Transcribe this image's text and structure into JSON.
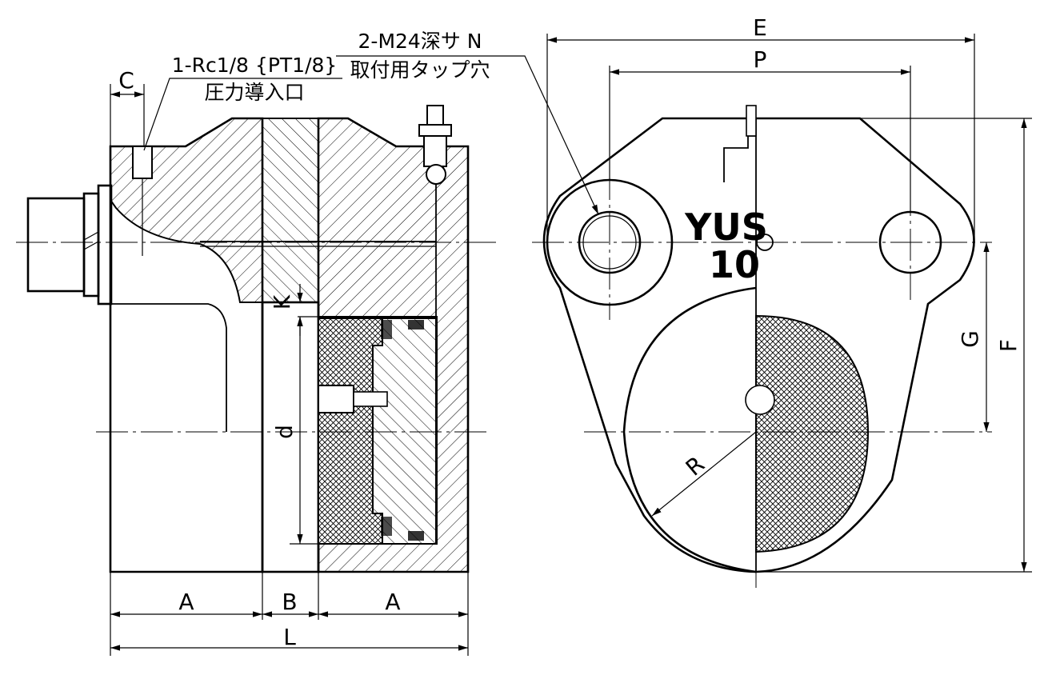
{
  "labels": {
    "C": "C",
    "port_line1": "1-Rc1/8 {PT1/8}",
    "port_line2": "圧力導入口",
    "tap_line1": "2-M24深サ N",
    "tap_line2": "取付用タップ穴",
    "E": "E",
    "P": "P",
    "K": "K",
    "d": "d",
    "G": "G",
    "F": "F",
    "R": "R",
    "A_left": "A",
    "B": "B",
    "A_right": "A",
    "L": "L",
    "model_line1": "YUS",
    "model_line2": "10"
  }
}
